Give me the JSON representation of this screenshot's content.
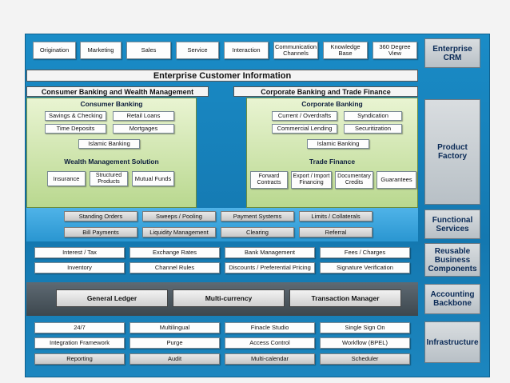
{
  "top_modules": [
    "Origination",
    "Marketing",
    "Sales",
    "Service",
    "Interaction",
    "Communication Channels",
    "Knowledge Base",
    "360 Degree View"
  ],
  "enterprise_crm": "Enterprise CRM",
  "eci_banner": "Enterprise Customer Information",
  "cbwm": {
    "heading": "Consumer Banking and Wealth Management",
    "consumer_banking": {
      "title": "Consumer Banking",
      "items": [
        "Savings & Checking",
        "Retail Loans",
        "Time Deposits",
        "Mortgages",
        "Islamic Banking"
      ]
    },
    "wealth": {
      "title": "Wealth Management Solution",
      "items": [
        "Insurance",
        "Structured Products",
        "Mutual Funds"
      ]
    }
  },
  "cbtf": {
    "heading": "Corporate Banking and Trade Finance",
    "corporate_banking": {
      "title": "Corporate Banking",
      "items": [
        "Current / Overdrafts",
        "Syndication",
        "Commercial Lending",
        "Securitization",
        "Islamic Banking"
      ]
    },
    "trade_finance": {
      "title": "Trade Finance",
      "items": [
        "Forward Contracts",
        "Export / Import Financing",
        "Documentary Credits",
        "Guarantees"
      ]
    }
  },
  "product_factory": "Product Factory",
  "functional": {
    "label": "Functional Services",
    "items": [
      "Standing Orders",
      "Sweeps / Pooling",
      "Payment Systems",
      "Limits / Collaterals",
      "Bill Payments",
      "Liquidity Management",
      "Clearing",
      "Referral"
    ]
  },
  "reusable": {
    "label": "Reusable Business Components",
    "items": [
      "Interest / Tax",
      "Exchange Rates",
      "Bank Management",
      "Fees / Charges",
      "Inventory",
      "Channel Rules",
      "Discounts / Preferential Pricing",
      "Signature Verification"
    ]
  },
  "accounting": {
    "label": "Accounting Backbone",
    "items": [
      "General Ledger",
      "Multi-currency",
      "Transaction Manager"
    ]
  },
  "infrastructure": {
    "label": "Infrastructure",
    "items": [
      "24/7",
      "Multilingual",
      "Finacle Studio",
      "Single Sign On",
      "Integration Framework",
      "Purge",
      "Access Control",
      "Workflow (BPEL)",
      "Reporting",
      "Audit",
      "Multi-calendar",
      "Scheduler"
    ]
  }
}
